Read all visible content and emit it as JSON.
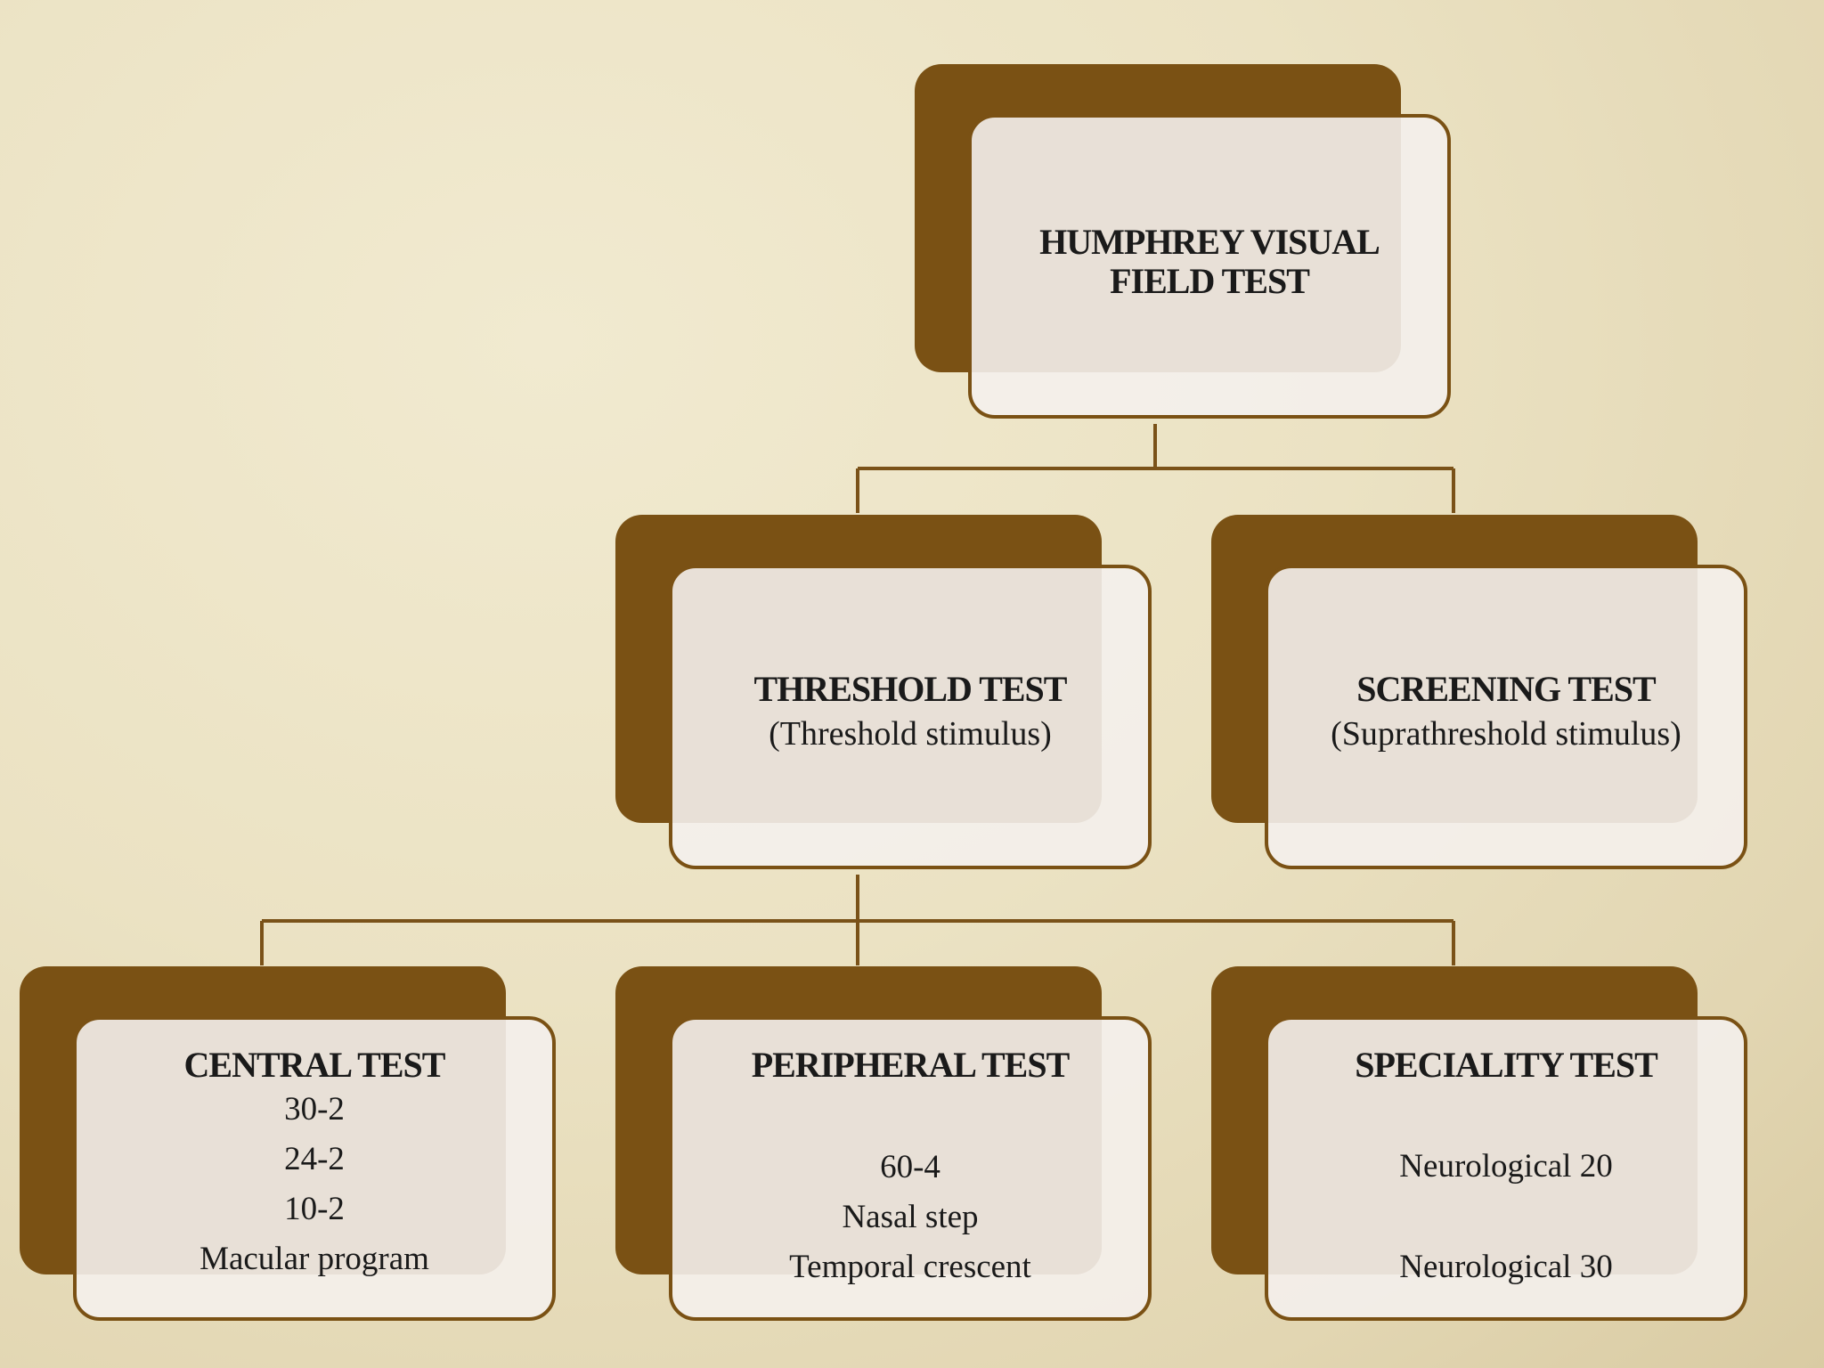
{
  "root": {
    "title_line1": "HUMPHREY VISUAL",
    "title_line2": "FIELD TEST"
  },
  "threshold": {
    "title": "THRESHOLD TEST",
    "subtitle": "(Threshold stimulus)"
  },
  "screening": {
    "title": "SCREENING TEST",
    "subtitle": "(Suprathreshold stimulus)"
  },
  "central": {
    "title": "CENTRAL TEST",
    "items": [
      "30-2",
      "24-2",
      "10-2",
      "Macular program"
    ]
  },
  "peripheral": {
    "title": "PERIPHERAL TEST",
    "items": [
      "60-4",
      "Nasal step",
      "Temporal crescent"
    ]
  },
  "speciality": {
    "title": "SPECIALITY TEST",
    "items": [
      "Neurological 20",
      "Neurological 30"
    ]
  },
  "colors": {
    "box_dark": "#7a5114",
    "box_light": "#f4f0ec",
    "background": "#ebe2c3",
    "connector": "#7a5219"
  }
}
